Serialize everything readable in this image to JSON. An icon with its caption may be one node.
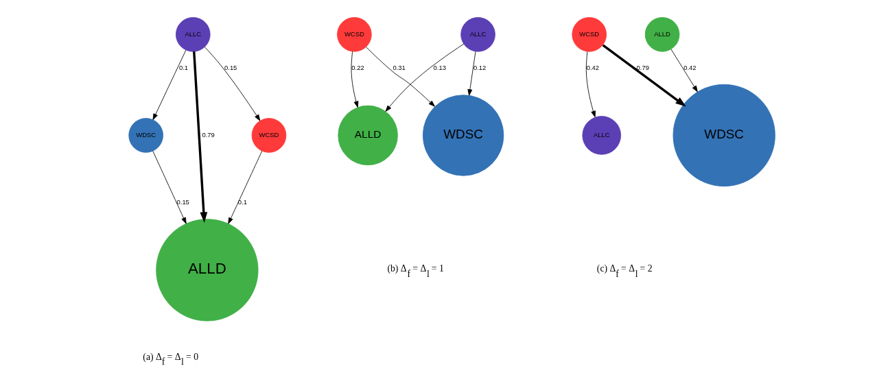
{
  "diagram": {
    "nodes": [
      {
        "text": [
          "ALLD"
        ]
      },
      {
        "text": [
          "ALLC"
        ]
      },
      {
        "text": [
          "WCSD"
        ]
      },
      {
        "text": [
          "WDSC"
        ]
      },
      {
        "text": [
          "ALLD"
        ]
      },
      {
        "text": [
          "ALLC"
        ]
      },
      {
        "text": [
          "WCSD"
        ]
      },
      {
        "text": [
          "WDSC"
        ]
      },
      {
        "text": [
          "ALLD"
        ]
      },
      {
        "text": [
          "ALLC"
        ]
      },
      {
        "text": [
          "WCSD"
        ]
      },
      {
        "text": [
          "WDSC"
        ]
      }
    ],
    "edges": [
      {
        "from": 1,
        "to": 0,
        "arrow": "to",
        "label": "0.79",
        "style": "thick"
      },
      {
        "from": 2,
        "to": 0,
        "arrow": "to",
        "label": "0.1"
      },
      {
        "from": 3,
        "to": 0,
        "arrow": "to",
        "label": "0.15"
      },
      {
        "from": 1,
        "to": 2,
        "arrow": "to",
        "label": "0.15"
      },
      {
        "from": 1,
        "to": 3,
        "arrow": "to",
        "label": "0.1"
      },
      {
        "from": 5,
        "to": 4,
        "arrow": "to",
        "label": "0.13"
      },
      {
        "from": 6,
        "to": 4,
        "arrow": "to",
        "label": "0.22"
      },
      {
        "from": 5,
        "to": 7,
        "arrow": "to",
        "label": "0.12"
      },
      {
        "from": 6,
        "to": 7,
        "arrow": "to",
        "label": "0.31"
      },
      {
        "from": 8,
        "to": 11,
        "arrow": "to",
        "label": "0.42"
      },
      {
        "from": 10,
        "to": 9,
        "arrow": "to",
        "label": "0.42"
      },
      {
        "from": 10,
        "to": 11,
        "arrow": "to",
        "label": "0.79",
        "style": "thick"
      }
    ],
    "labels": [
      "(a) Δ$_{f}$ = Δ$_{l}$ = 0",
      "(b) Δ$_{f}$ = Δ$_{l}$ = 1",
      "(c) Δ$_{f}$ = Δ$_{l}$ = 2"
    ]
  }
}
